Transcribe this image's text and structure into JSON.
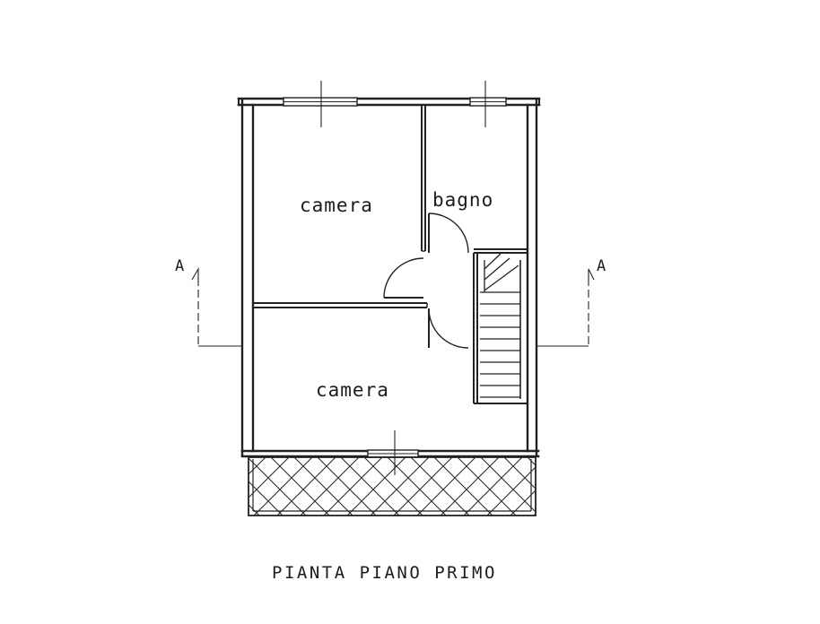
{
  "drawing": {
    "title": "PIANTA PIANO PRIMO",
    "rooms": {
      "camera_top": "camera",
      "bagno": "bagno",
      "camera_bottom": "camera"
    },
    "section_marks": {
      "left": "A",
      "right": "A"
    }
  }
}
